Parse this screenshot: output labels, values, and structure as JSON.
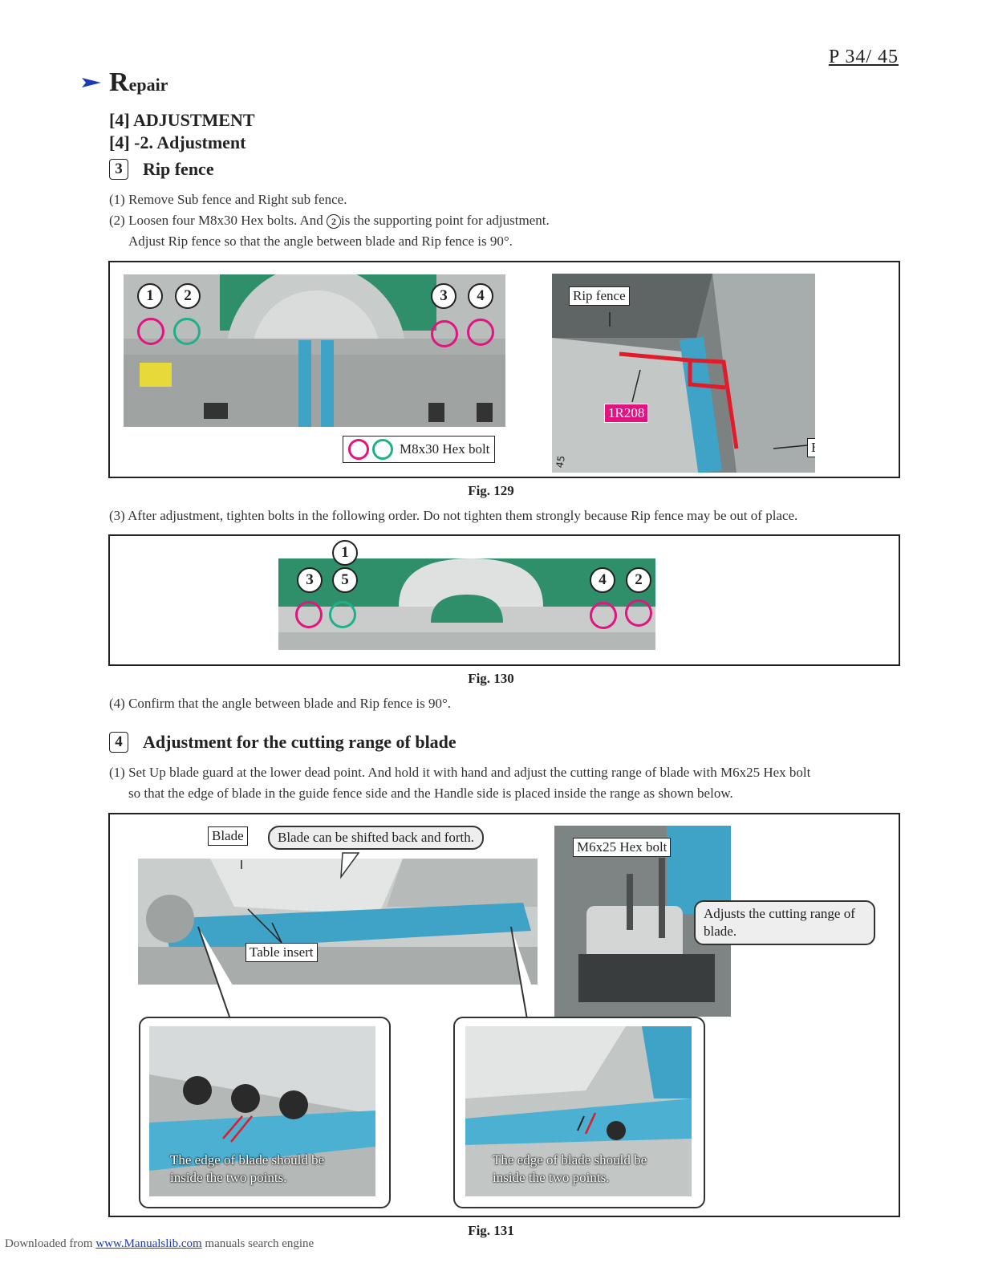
{
  "page": {
    "number": "P  34/ 45"
  },
  "section": {
    "big_letter": "R",
    "rest": "epair"
  },
  "headings": {
    "adjustment": "[4] ADJUSTMENT",
    "sub_adjustment": "[4] -2. Adjustment"
  },
  "rip_fence": {
    "number": "3",
    "title": "Rip fence",
    "step1": "(1) Remove Sub fence and Right sub fence.",
    "step2_a": "(2) Loosen four M8x30 Hex bolts. And",
    "step2_num": "2",
    "step2_b": "is the supporting point for adjustment.",
    "step2_c": "Adjust Rip fence so that the angle between blade and Rip fence is 90°.",
    "step3": "(3) After adjustment, tighten bolts in the following order. Do not tighten them strongly because Rip fence may be out of place.",
    "step4": "(4) Confirm that the angle between blade and Rip fence is 90°."
  },
  "fig129": {
    "caption": "Fig. 129",
    "callouts": [
      "1",
      "2",
      "3",
      "4"
    ],
    "legend": "M8x30 Hex bolt",
    "label_rip_fence": "Rip fence",
    "label_part": "1R208",
    "label_blade": "Blade",
    "scale_mark": "45"
  },
  "fig130": {
    "caption": "Fig. 130",
    "callouts": [
      "1",
      "3",
      "5",
      "4",
      "2"
    ]
  },
  "cutting_range": {
    "number": "4",
    "title": "Adjustment for the cutting range of blade",
    "step1_a": "(1) Set Up blade guard at the lower dead point. And hold it with hand and adjust the cutting range of blade with M6x25 Hex bolt",
    "step1_b": "so that the edge of blade in the guide fence side and the Handle side is placed inside the range as shown below."
  },
  "fig131": {
    "caption": "Fig. 131",
    "label_blade": "Blade",
    "bubble_shift": "Blade can be shifted back and forth.",
    "label_table_insert": "Table insert",
    "label_bolt": "M6x25 Hex bolt",
    "bubble_adjust_1": "Adjusts the cutting range of",
    "bubble_adjust_2": "blade.",
    "edge_note_1": "The edge of blade should be",
    "edge_note_2": "inside the two points."
  },
  "footer": {
    "prefix": "Downloaded from",
    "link": "www.Manualslib.com",
    "suffix": "manuals search engine"
  },
  "colors": {
    "magenta": "#e0157f",
    "teal": "#1eb08a",
    "arrow_blue": "#1a3cb5",
    "tool_blue": "#3fa3c8"
  }
}
